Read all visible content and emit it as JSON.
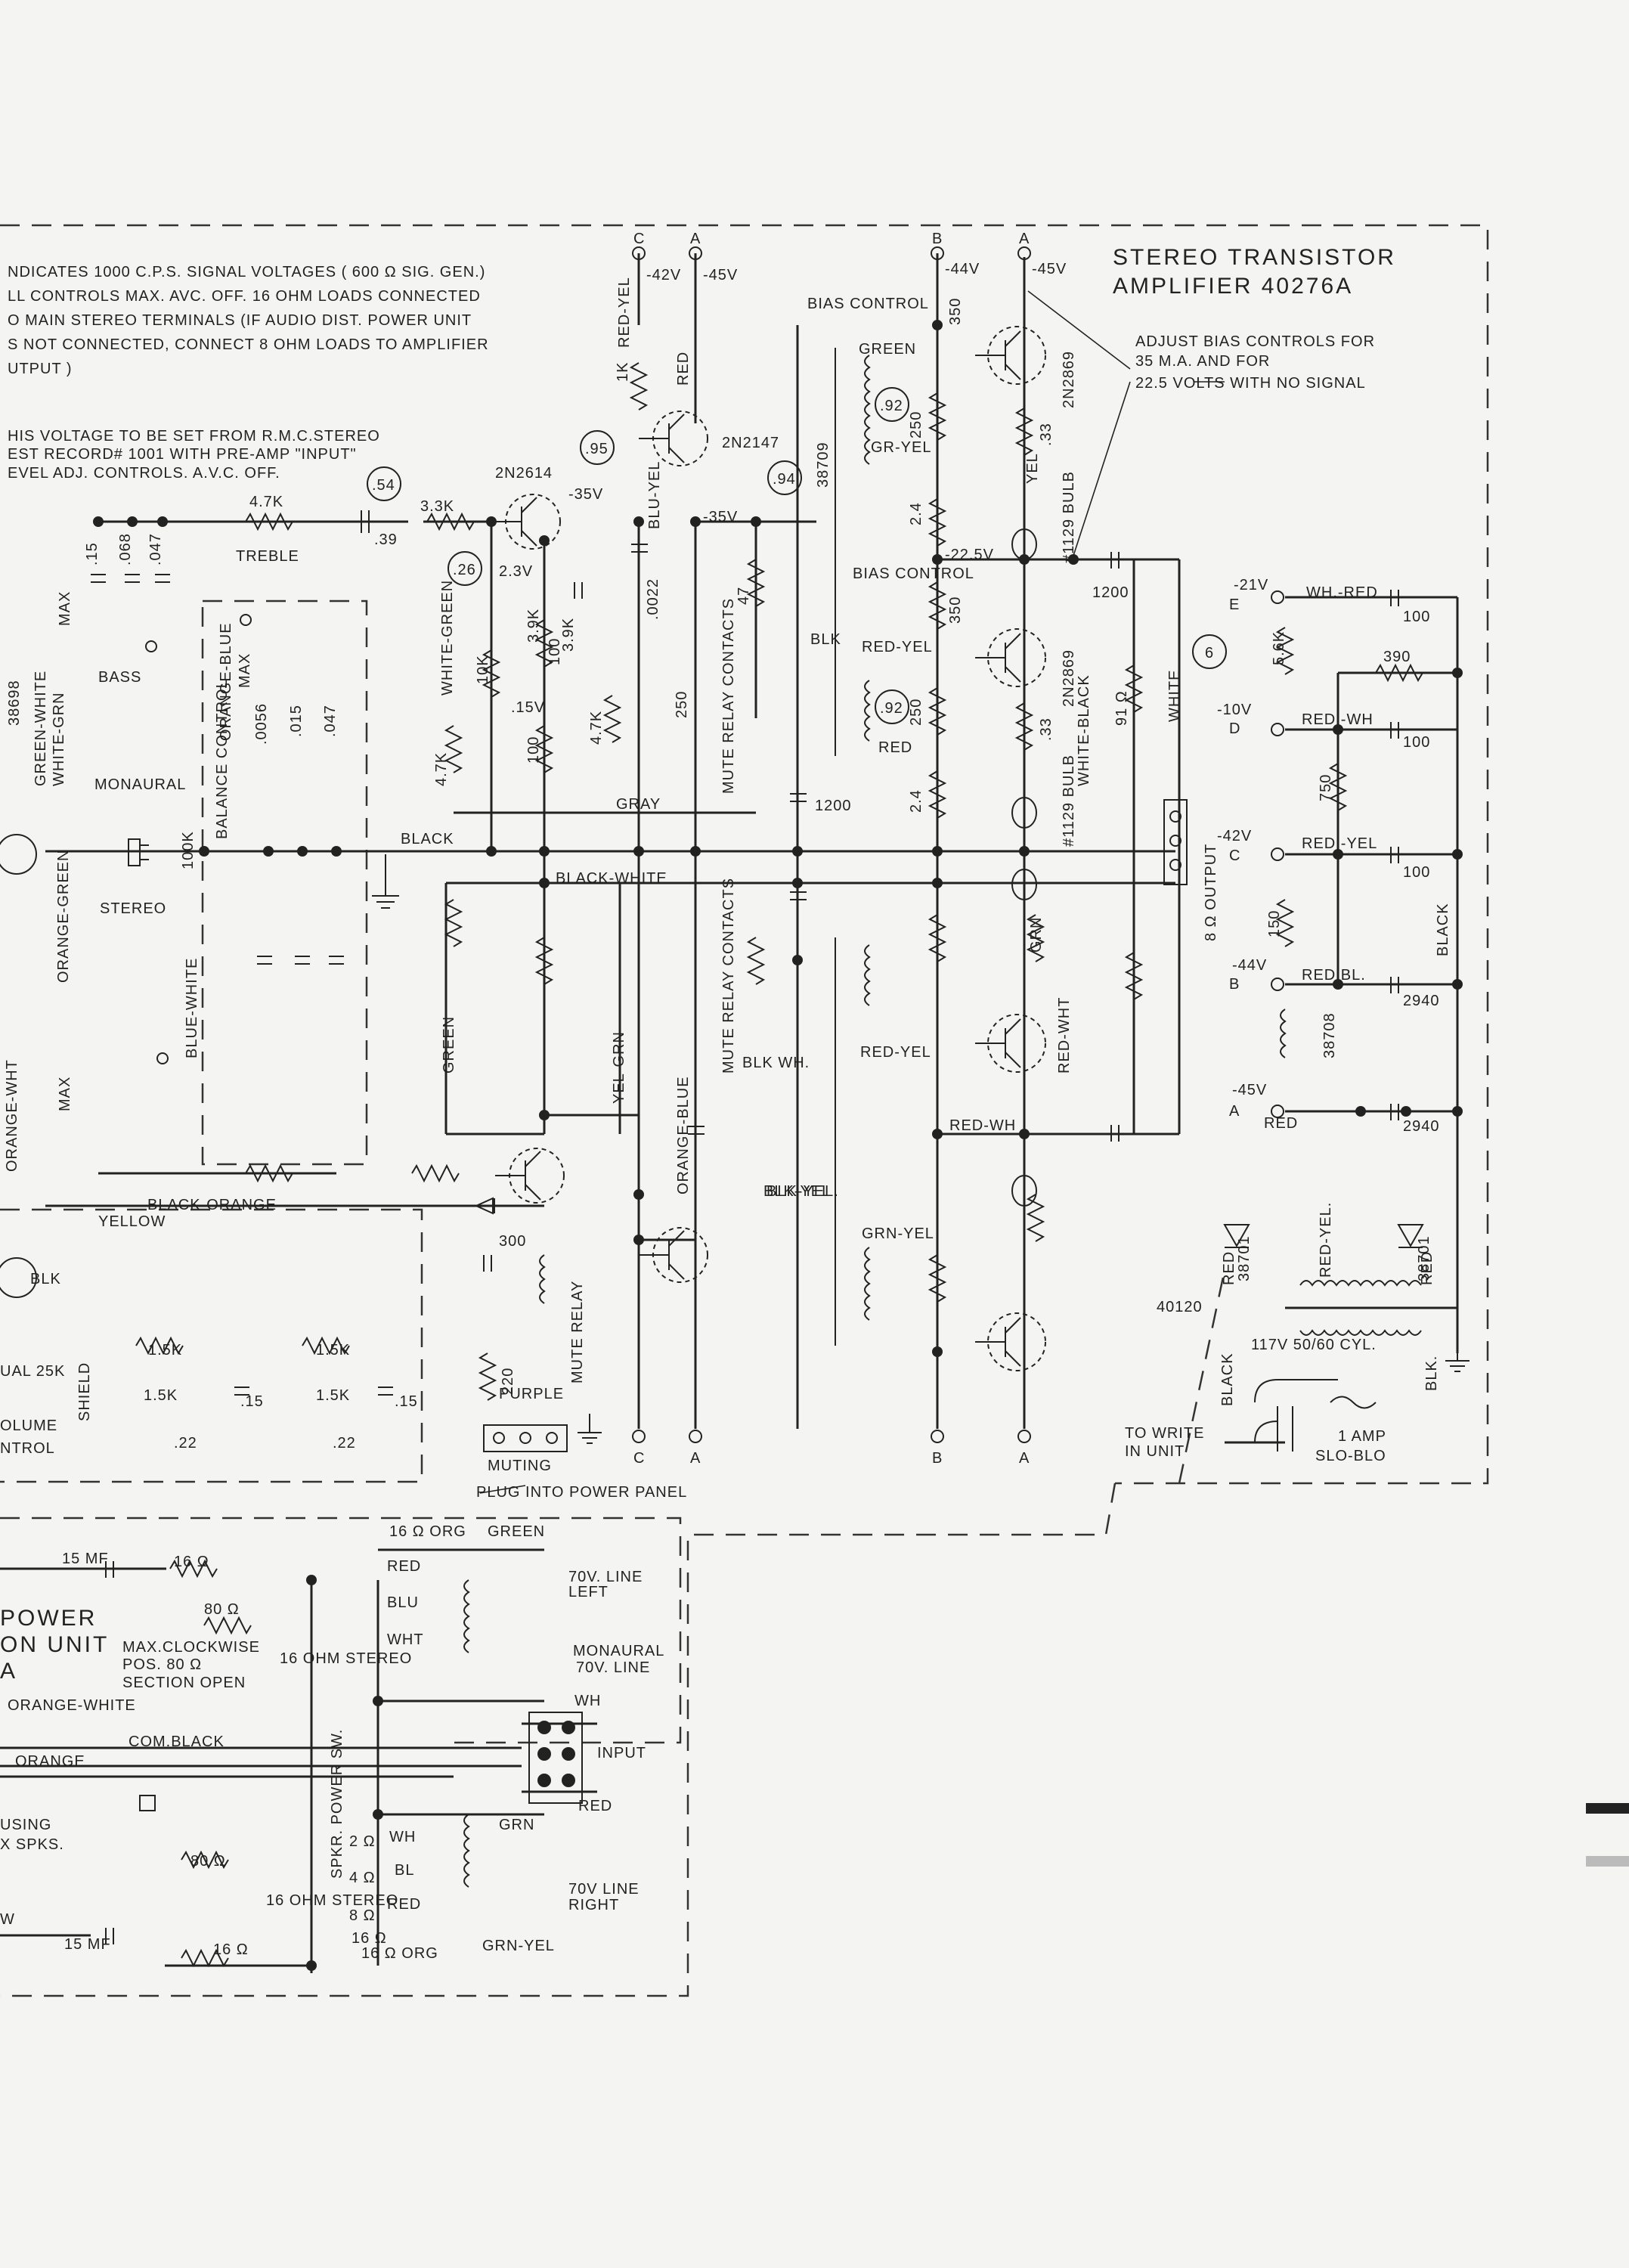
{
  "title": [
    "STEREO TRANSISTOR",
    "AMPLIFIER 40276A"
  ],
  "notes": {
    "voltage_note": [
      "NDICATES 1000 C.P.S. SIGNAL VOLTAGES ( 600 Ω SIG. GEN.)",
      "LL CONTROLS MAX. AVC. OFF. 16 OHM LOADS CONNECTED",
      "O MAIN STEREO TERMINALS (IF AUDIO DIST. POWER UNIT",
      "S NOT CONNECTED, CONNECT 8 OHM LOADS TO AMPLIFIER",
      "UTPUT )"
    ],
    "level_note": [
      "HIS VOLTAGE TO BE SET FROM R.M.C.STEREO",
      "EST RECORD# 1001 WITH PRE-AMP \"INPUT\"",
      "EVEL ADJ. CONTROLS. A.V.C. OFF."
    ],
    "bias_note": [
      "ADJUST BIAS CONTROLS FOR",
      "35 M.A. AND FOR",
      "22.5 VOLTS WITH NO SIGNAL"
    ]
  },
  "terminals": {
    "top": [
      "C",
      "A",
      "B",
      "A"
    ],
    "bottom": [
      "C",
      "A",
      "B",
      "A"
    ],
    "supply_top": [
      "-42V",
      "-45V",
      "-44V",
      "-45V"
    ]
  },
  "voltages": [
    ".95",
    ".94",
    ".54",
    ".26",
    ".92",
    ".92",
    "6",
    "-35V",
    "-35V",
    "-22.5V",
    "2.3V",
    ".15V"
  ],
  "transistors": [
    "2N2614",
    "2N2147",
    "2N2869",
    "2N2869"
  ],
  "bulbs": [
    "#1129 BULB",
    "#1129 BULB"
  ],
  "transformers": [
    "38709",
    "38708",
    "38698",
    "40120"
  ],
  "controls": {
    "bias": [
      "BIAS CONTROL",
      "BIAS CONTROL"
    ],
    "treble": "TREBLE",
    "bass": "BASS",
    "balance": "BALANCE CONTROL",
    "monaural": "MONAURAL",
    "stereo": "STEREO",
    "max": "MAX",
    "mute_relay_contacts": "MUTE RELAY CONTACTS",
    "mute_relay": "MUTE RELAY",
    "muting": "MUTING",
    "plug": "PLUG INTO POWER PANEL",
    "output": "8 Ω OUTPUT",
    "dual_vol": [
      "UAL 25K",
      "OLUME",
      "NTROL"
    ],
    "shield": "SHIELD"
  },
  "component_values": [
    "4.7K",
    "3.3K",
    ".39",
    ".15",
    ".068",
    ".047",
    ".0056",
    ".015",
    ".047",
    "10K",
    "3.9K",
    "3.9K",
    "100",
    "100",
    "4.7K",
    "4.7K",
    "250",
    "250",
    "250",
    "350",
    "350",
    "2.4",
    "2.4",
    ".33",
    ".33",
    ".0022",
    "1K",
    "1200",
    "1200",
    "91 Ω",
    "5.6K",
    "390",
    "750",
    "150",
    "100",
    "100",
    "100",
    "2940",
    "2940",
    "300",
    "220",
    "1.5K",
    "1.5K",
    "1.5K",
    "1.5K",
    ".15",
    ".15",
    ".22",
    ".22",
    "100K",
    "47"
  ],
  "wire_colors": [
    "RED-YEL",
    "RED",
    "BLU-YEL",
    "GREEN",
    "GR-YEL",
    "YEL",
    "RED-YEL",
    "RED",
    "GRAY",
    "BLK",
    "BLK-YEL.",
    "WHITE-GREEN",
    "WHITE-BLACK",
    "WHITE",
    "BLACK",
    "BLACK-WHITE",
    "GREEN",
    "YEL-GRN",
    "ORANGE-BLUE",
    "BLK WH.",
    "BLK-YEL",
    "RED-YEL",
    "RED-WH",
    "RED-WHT",
    "GRN",
    "GRN-YEL",
    "BLACK-ORANGE",
    "YELLOW",
    "BLK",
    "PURPLE",
    "ORANGE-GREEN",
    "BLUE-WHITE",
    "GREEN-WHITE",
    "WHITE-GRN",
    "ORANGE-WHT",
    "ORANGE-BLUE"
  ],
  "power_supply": {
    "rails": [
      {
        "terminal": "E",
        "volts": "-21V",
        "wire": "WH.-RED",
        "cap": "100"
      },
      {
        "terminal": "D",
        "volts": "-10V",
        "wire": "RED -WH",
        "cap": "100"
      },
      {
        "terminal": "C",
        "volts": "-42V",
        "wire": "RED -YEL",
        "cap": "100"
      },
      {
        "terminal": "B",
        "volts": "-44V",
        "wire": "RED BL.",
        "cap": "2940"
      },
      {
        "terminal": "A",
        "volts": "-45V",
        "wire": "RED",
        "cap": "2940"
      }
    ],
    "diodes": [
      "38701",
      "38701"
    ],
    "mains": "117V 50/60 CYL.",
    "fuse": [
      "1 AMP",
      "SLO-BLO"
    ],
    "to_write": [
      "TO WRITE",
      "IN UNIT"
    ],
    "wires": [
      "BLACK",
      "BLK.",
      "RED-YEL.",
      "RED",
      "RED",
      "BLACK"
    ]
  },
  "distribution": {
    "title": [
      "POWER",
      "ON UNIT",
      "A"
    ],
    "labels": [
      "15 MF",
      "15 MF",
      "16 Ω",
      "16 Ω",
      "80 Ω",
      "80 Ω",
      "16 OHM STEREO",
      "16 OHM STEREO",
      "MAX.CLOCKWISE",
      "POS. 80 Ω",
      "SECTION OPEN",
      "ORANGE-WHITE",
      "ORANGE",
      "COM.BLACK",
      "SPKR. POWER SW.",
      "USING",
      "X SPKS.",
      "W"
    ],
    "taps": [
      "16 Ω ORG",
      "GREEN",
      "RED",
      "BLU",
      "WHT",
      "WH",
      "BL",
      "RED",
      "16 Ω ORG",
      "GRN",
      "GRN-YEL",
      "WH",
      "RED",
      "2 Ω",
      "4 Ω",
      "8 Ω",
      "16 Ω"
    ],
    "outputs": [
      "70V. LINE",
      "LEFT",
      "MONAURAL",
      "70V. LINE",
      "INPUT",
      "70V LINE",
      "RIGHT"
    ]
  }
}
